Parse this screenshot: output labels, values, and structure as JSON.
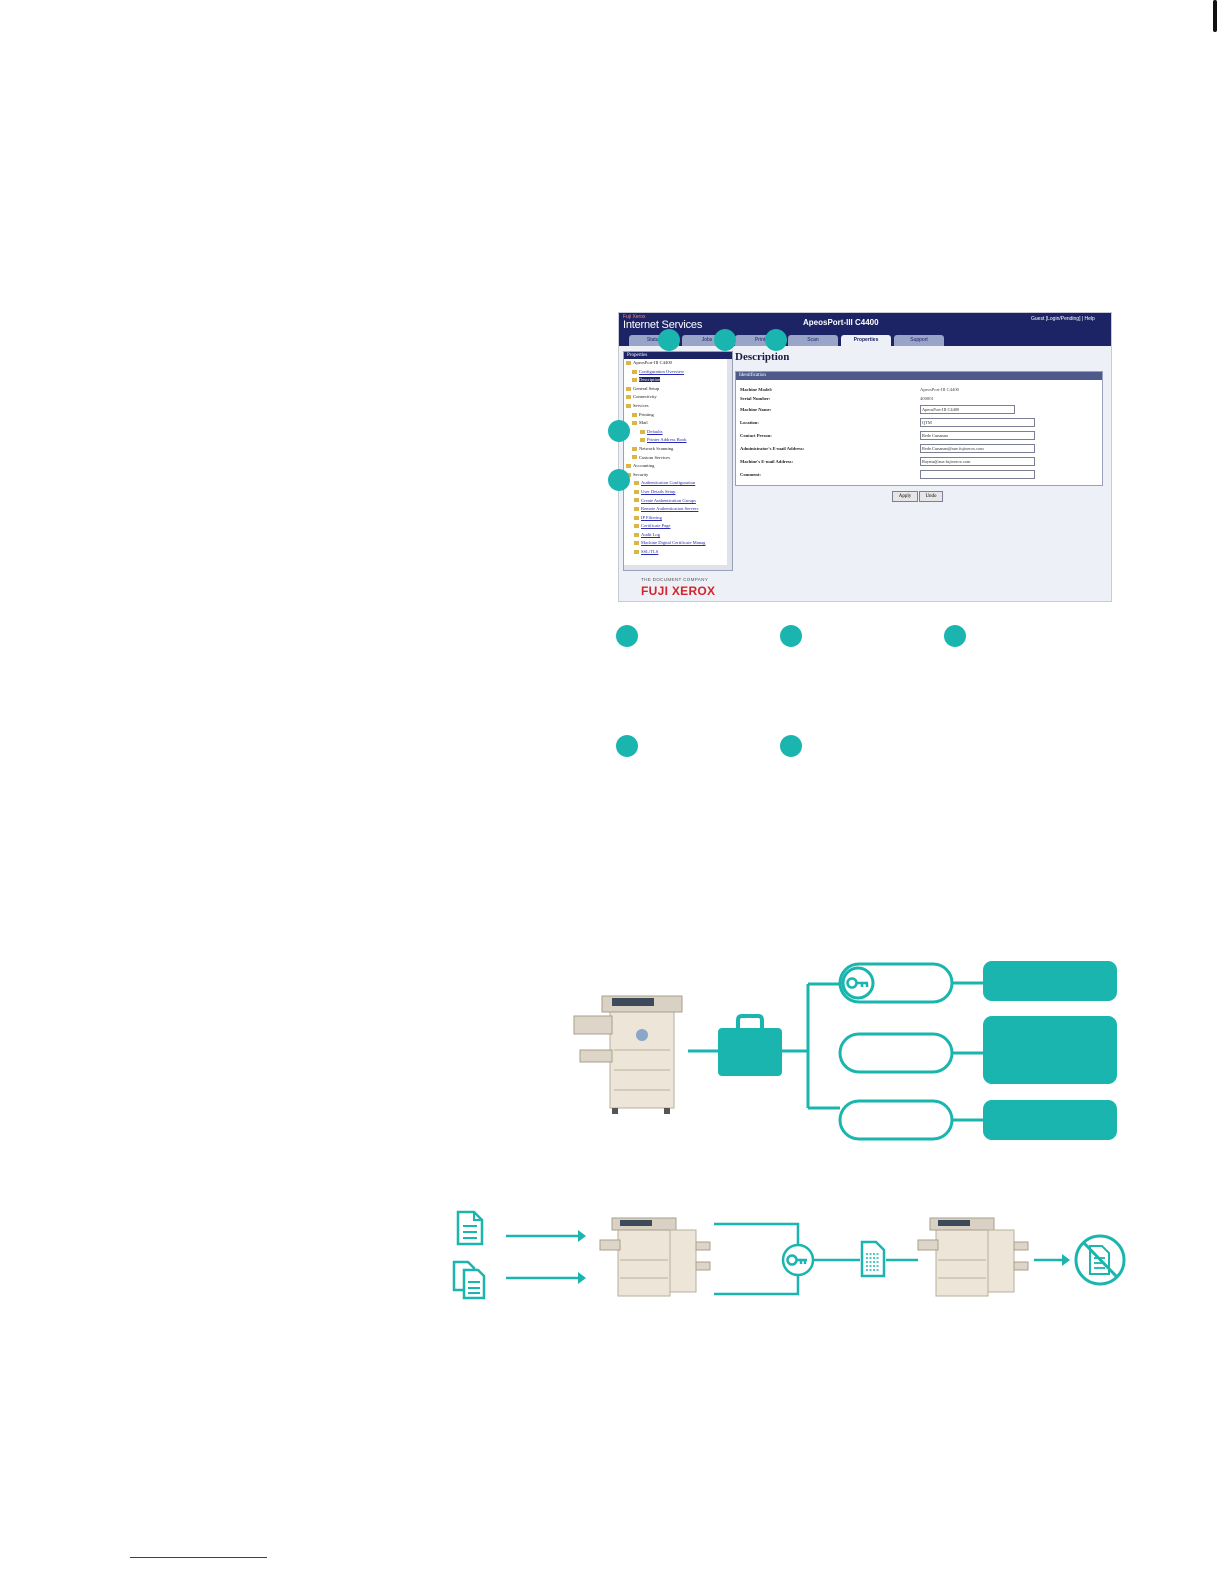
{
  "screenshot": {
    "brand_small": "Fuji Xerox",
    "brand": "Internet Services",
    "model": "ApeosPort-III C4400",
    "user_link": "Guest [Login/Pending] | Help",
    "tabs": [
      "Status",
      "Jobs",
      "Print",
      "Scan",
      "Properties",
      "Support"
    ],
    "tree_header": "Properties",
    "tree_items": [
      "ApeosPort-III C4400",
      "Configuration Overview",
      "Description",
      "General Setup",
      "Connectivity",
      "Services",
      "Printing",
      "Mail",
      "Defaults",
      "Printer Address Book",
      "Network Scanning",
      "Custom Services",
      "Accounting",
      "Security",
      "Authentication Configuration",
      "User Details Setup",
      "Create Authentication Groups",
      "Remote Authentication Servers",
      "IP Filtering",
      "Certificate Page",
      "Audit Log",
      "Machine Digital Certificate Manag",
      "SSL/TLS"
    ],
    "page_title": "Description",
    "panel_header": "Identification",
    "fields": [
      {
        "label": "Machine Model:",
        "value": "ApeosPort-III C4400"
      },
      {
        "label": "Serial Number:",
        "value": "400001"
      },
      {
        "label": "Machine Name:",
        "value": "ApeosPort-III C4400"
      },
      {
        "label": "Location:",
        "value": "QTM"
      },
      {
        "label": "Contact Person:",
        "value": "Rede Cunanan"
      },
      {
        "label": "Administrator's E-mail Address:",
        "value": "Rede.Cunanan@aue.fujixerox.com"
      },
      {
        "label": "Machine's E-mail Address:",
        "value": "Rayma@aue.fujixerox.com"
      },
      {
        "label": "Comment:",
        "value": ""
      }
    ],
    "apply_label": "Apply",
    "undo_label": "Undo",
    "footer_small": "THE DOCUMENT COMPANY",
    "footer_brand": "FUJI XEROX"
  },
  "colors": {
    "accent": "#19b5ae",
    "header": "#1d2466",
    "fuji_red": "#d1262c",
    "footer_rule": "#2a36b8"
  },
  "icons": [
    "key-icon",
    "briefcase-icon",
    "document-icon",
    "documents-icon",
    "encrypted-document-icon",
    "no-document-icon",
    "printer-image"
  ]
}
